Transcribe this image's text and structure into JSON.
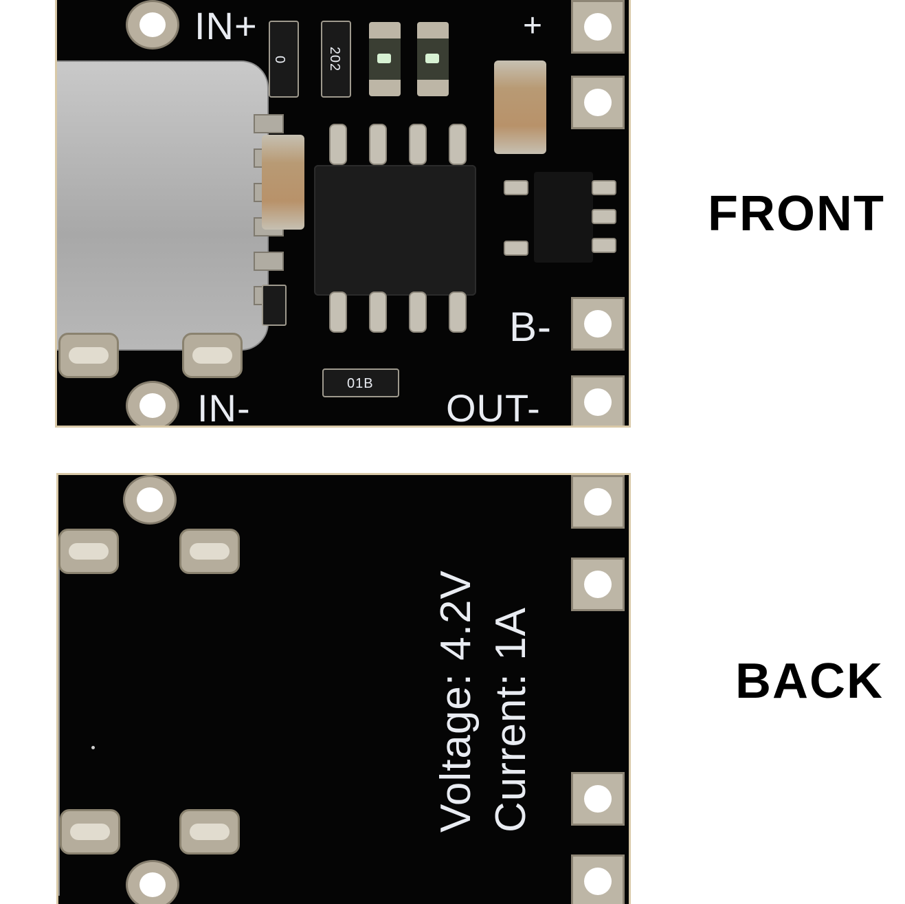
{
  "labels": {
    "front": "FRONT",
    "back": "BACK"
  },
  "front_board": {
    "silkscreen": {
      "in_plus": "IN+",
      "in_minus": "IN-",
      "plus": "+",
      "b_minus": "B-",
      "out_minus": "OUT-"
    },
    "resistor_codes": {
      "r1": "0",
      "r2": "202",
      "r3": "01B"
    }
  },
  "back_board": {
    "specs_line1": "Voltage: 4.2V",
    "specs_line2": "Current: 1A"
  },
  "colors": {
    "pcb": "#050505",
    "pad": "#bdb6a6",
    "silk": "#e9ecf2"
  }
}
